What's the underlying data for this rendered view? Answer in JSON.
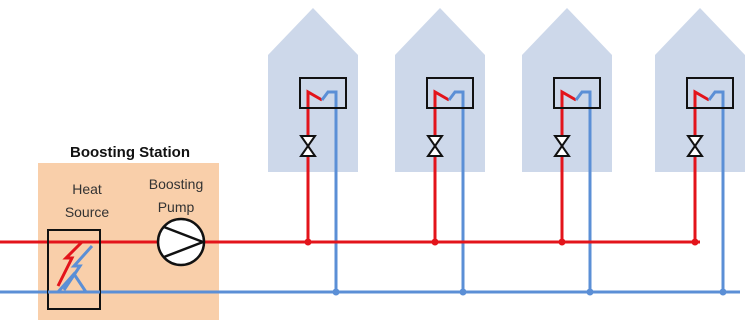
{
  "station": {
    "title": "Boosting Station",
    "heat_source_label_line1": "Heat",
    "heat_source_label_line2": "Source",
    "pump_label_line1": "Boosting",
    "pump_label_line2": "Pump"
  },
  "colors": {
    "supply": "#e3141b",
    "return": "#5b8fd6",
    "house": "#cdd8ea",
    "station_bg": "#f9cfaa",
    "stroke": "#111111"
  },
  "house_count": 4
}
